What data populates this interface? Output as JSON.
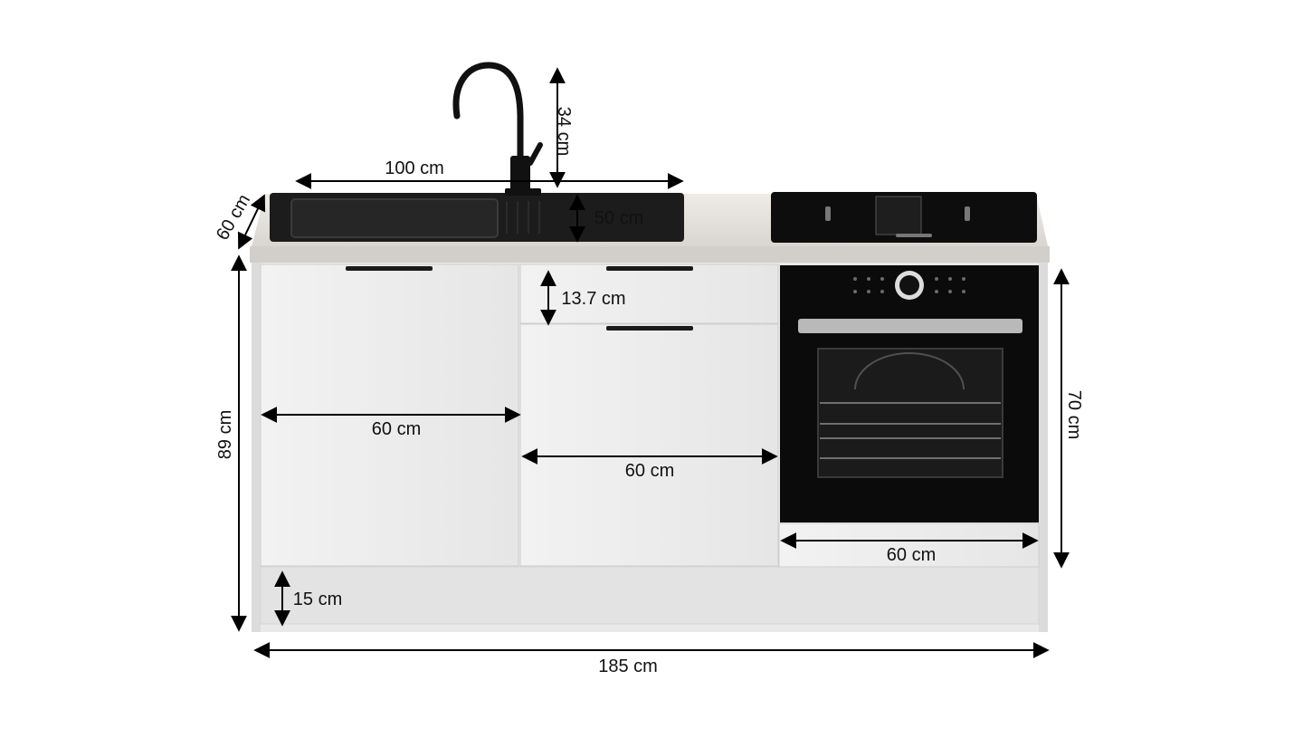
{
  "dimensions": {
    "faucet_height": "34 cm",
    "sink_width": "100 cm",
    "sink_depth": "50 cm",
    "counter_depth": "60 cm",
    "top_drawer_height": "13.7 cm",
    "total_height": "89 cm",
    "left_cabinet_width": "60 cm",
    "middle_cabinet_width": "60 cm",
    "oven_width": "60 cm",
    "oven_column_height": "70 cm",
    "plinth_height": "15 cm",
    "total_width": "185 cm"
  },
  "colors": {
    "cabinet": "#ececec",
    "cabinet_edge": "#cfcfcf",
    "countertop": "#e6e3df",
    "sink": "#1a1a1a",
    "appliance": "#0b0b0b",
    "arrow": "#000000"
  },
  "icons": {
    "faucet": "faucet-icon",
    "oven_dial": "dial-icon"
  }
}
